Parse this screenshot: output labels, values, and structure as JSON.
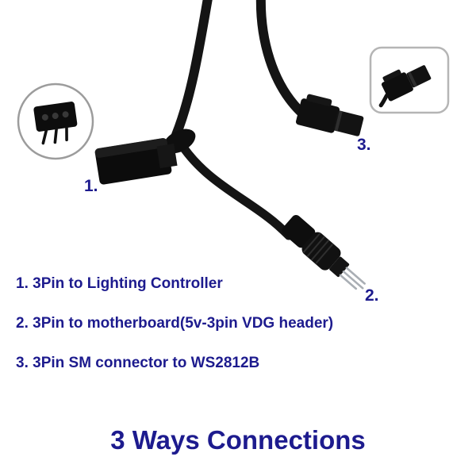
{
  "colors": {
    "background": "#ffffff",
    "text": "#1d1b8e",
    "title": "#1d1b8e",
    "cable": "#141414",
    "metal": "#a9aeb4",
    "inset_border": "#9c9c9c"
  },
  "callouts": {
    "connector1_label": "1.",
    "connector2_label": "2.",
    "connector3_label": "3."
  },
  "legend": {
    "line1": "1. 3Pin to Lighting Controller",
    "line2": "2. 3Pin to motherboard(5v-3pin VDG header)",
    "line3": "3. 3Pin SM connector to WS2812B"
  },
  "title": "3 Ways Connections",
  "graphics": {
    "inset_circle": "3pin-connector-closeup",
    "inset_square": "sm-connector-closeup",
    "connector1": "3pin-socket-connector",
    "connector2": "3pin-plug-connector-with-pins",
    "connector3": "sm-male-connector"
  }
}
